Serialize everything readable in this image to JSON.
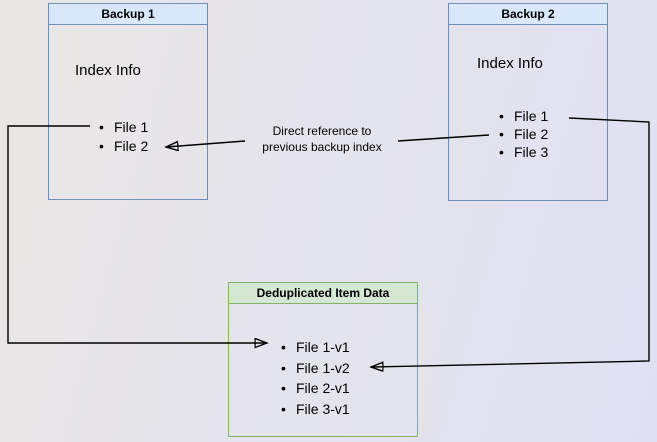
{
  "background": {
    "gradient_start": "#eae7e4",
    "gradient_end": "#dfe1f3"
  },
  "boxes": {
    "backup1": {
      "title": "Backup 1",
      "subtitle": "Index Info",
      "items": [
        "File 1",
        "File 2"
      ],
      "header_fill": "#dae8fc",
      "border_color": "#6c8ebf"
    },
    "backup2": {
      "title": "Backup 2",
      "subtitle": "Index Info",
      "items": [
        "File 1",
        "File 2",
        "File 3"
      ],
      "header_fill": "#dae8fc",
      "border_color": "#6c8ebf"
    },
    "dedup": {
      "title": "Deduplicated Item Data",
      "items": [
        "File 1-v1",
        "File 1-v2",
        "File 2-v1",
        "File 3-v1"
      ],
      "header_fill": "#d5e8d4",
      "border_color": "#82b366"
    }
  },
  "annotations": {
    "direct_reference_line1": "Direct reference to",
    "direct_reference_line2": "previous backup index"
  },
  "connectors": {
    "color": "#000000",
    "edges": [
      {
        "from": "Backup 2 / File 2",
        "to": "Backup 1 / File 2",
        "label": "Direct reference to previous backup index"
      },
      {
        "from": "Backup 1 / File 1",
        "to": "Deduplicated Item Data / File 1-v1",
        "label": ""
      },
      {
        "from": "Backup 2 / File 1",
        "to": "Deduplicated Item Data / File 1-v2",
        "label": ""
      }
    ]
  }
}
